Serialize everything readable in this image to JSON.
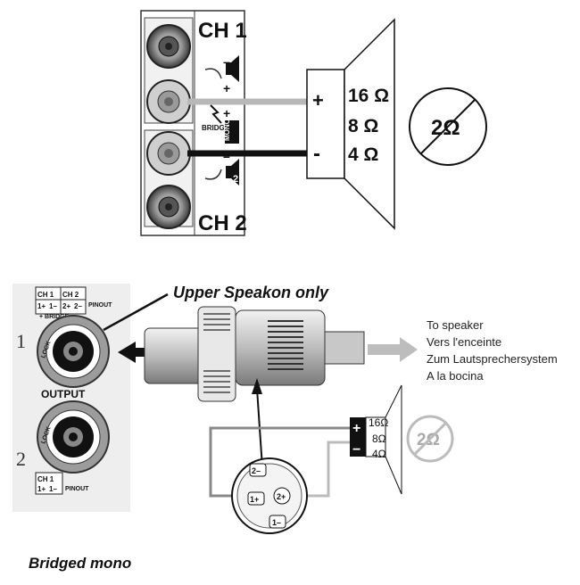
{
  "top_panel": {
    "ch1_label": "CH 1",
    "ch2_label": "CH 2",
    "bridge_label": "BRIDGE",
    "mono_label": "MONO",
    "plus": "+",
    "minus": "–",
    "speaker_plus": "+",
    "speaker_minus": "-",
    "ohm_16": "16 Ω",
    "ohm_8": "8 Ω",
    "ohm_4": "4 Ω",
    "ohm_2": "2Ω",
    "ch2_num": "2"
  },
  "bottom_panel": {
    "callout": "Upper Speakon only",
    "destinations": [
      "To speaker",
      "Vers l'enceinte",
      "Zum Lautsprechersystem",
      "A la bocina"
    ],
    "panel_ch1": "CH 1",
    "panel_ch2": "CH 2",
    "panel_pins_top": [
      "1+",
      "1–",
      "2+",
      "2–"
    ],
    "panel_pinout": "PINOUT",
    "panel_bridge": "+ BRIDGE –",
    "panel_output": "OUTPUT",
    "panel_num_1": "1",
    "panel_num_2": "2",
    "panel_lock": "LOCK",
    "panel_pins_bottom": [
      "1+",
      "1–"
    ],
    "panel_pinout_bottom": "PINOUT",
    "pin_labels": [
      "2–",
      "1+",
      "2+",
      "1–"
    ],
    "ohm_16": "16Ω",
    "ohm_8": "8Ω",
    "ohm_4": "4Ω",
    "ohm_2": "2Ω",
    "speaker_plus": "+",
    "speaker_minus": "−"
  },
  "caption": "Bridged mono"
}
